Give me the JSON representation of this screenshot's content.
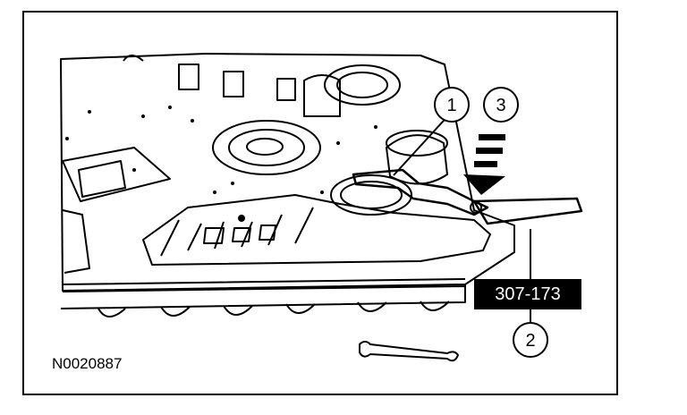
{
  "figure": {
    "id_label": "N0020887",
    "tool_number": "307-173",
    "callouts": [
      {
        "number": "1"
      },
      {
        "number": "2"
      },
      {
        "number": "3"
      }
    ]
  },
  "colors": {
    "line": "#000000",
    "background": "#ffffff"
  }
}
